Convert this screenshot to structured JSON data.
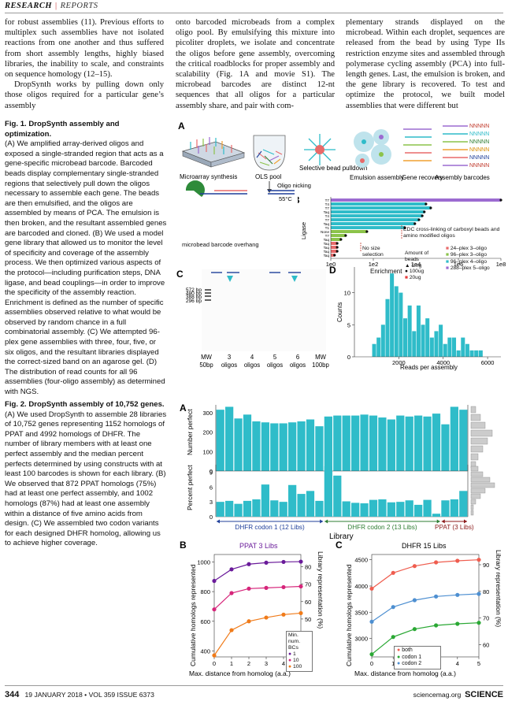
{
  "header": {
    "section": "RESEARCH",
    "separator": "|",
    "subsection": "REPORTS"
  },
  "body": {
    "col1": "for robust assemblies (11). Previous efforts to multiplex such assemblies have not isolated reactions from one another and thus suffered from short assembly lengths, highly biased libraries, the inability to scale, and constraints on sequence homology (12–15).",
    "col1b": "DropSynth works by pulling down only those oligos required for a particular gene’s assembly",
    "col2": "onto barcoded microbeads from a complex oligo pool. By emulsifying this mixture into picoliter droplets, we isolate and concentrate the oligos before gene assembly, overcoming the critical roadblocks for proper assembly and scalability (Fig. 1A and movie S1). The microbead barcodes are distinct 12-nt sequences that all oligos for a particular assembly share, and pair with com-",
    "col3": "plementary strands displayed on the microbead. Within each droplet, sequences are released from the bead by using Type IIs restriction enzyme sites and assembled through polymerase cycling assembly (PCA) into full-length genes. Last, the emulsion is broken, and the gene library is recovered. To test and optimize the protocol, we built model assemblies that were different but"
  },
  "fig1": {
    "caption_title": "Fig. 1. DropSynth assembly and optimization.",
    "caption": "(A) We amplified array-derived oligos and exposed a single-stranded region that acts as a gene-specific microbead barcode. Barcoded beads display complementary single-stranded regions that selectively pull down the oligos necessary to assemble each gene. The beads are then emulsified, and the oligos are assembled by means of PCA. The emulsion is then broken, and the resultant assembled genes are barcoded and cloned. (B) We used a model gene library that allowed us to monitor the level of specificity and coverage of the assembly process. We then optimized various aspects of the protocol—including purification steps, DNA ligase, and bead couplings—in order to improve the specificity of the assembly reaction. Enrichment is defined as the number of specific assemblies observed relative to what would be observed by random chance in a full combinatorial assembly. (C) We attempted 96-plex gene assemblies with three, four, five, or six oligos, and the resultant libraries displayed the correct-sized band on an agarose gel. (D) The distribution of read counts for all 96 assemblies (four-oligo assembly) as determined with NGS.",
    "A": {
      "letter": "A",
      "labels": [
        "Microarray synthesis",
        "OLS pool",
        "Selective bead pulldown",
        "Emulsion assembly",
        "Gene recovery",
        "Assembly barcodes",
        "Oligo nicking",
        "microbead barcode overhang",
        "55°C"
      ],
      "barcode_text": "NNNNN"
    },
    "B": {
      "letter": "B",
      "ylabel": "Ligase",
      "xlabel": "Enrichment",
      "xticks": [
        "1e0",
        "1e2",
        "1e4",
        "1e6",
        "1e8"
      ],
      "rows": [
        "T7",
        "T4",
        "T7",
        "Taq",
        "T4",
        "T7",
        "Taq",
        "T1",
        "None",
        "T7",
        "Taq",
        "Taq",
        "Taq",
        "Taq",
        "Taq"
      ],
      "annot1": "EDC cross-linking of carboxyl beads and amino modified oligos",
      "annot2": "No size selection",
      "bead_title": "Amount of beads",
      "bead_legend": [
        "1mg",
        "100ug",
        "20ug"
      ],
      "legend": [
        {
          "label": "24–plex 3–oligo",
          "color": "#e86a6a"
        },
        {
          "label": "96–plex 3–oligo",
          "color": "#8bc34a"
        },
        {
          "label": "96–plex 4–oligo",
          "color": "#2fbcc9"
        },
        {
          "label": "288–plex 5–oligo",
          "color": "#9c6bd1"
        }
      ]
    },
    "C": {
      "letter": "C",
      "markers": [
        "572 bp",
        "480 bp",
        "388 bp",
        "296 bp"
      ],
      "lanes": [
        [
          "MW",
          "50bp"
        ],
        [
          "3",
          "oligos"
        ],
        [
          "4",
          "oligos"
        ],
        [
          "5",
          "oligos"
        ],
        [
          "6",
          "oligos"
        ],
        [
          "MW",
          "100bp"
        ]
      ]
    },
    "D": {
      "letter": "D",
      "ylabel": "Counts",
      "xlabel": "Reads per assembly",
      "xticks": [
        "2000",
        "4000",
        "6000"
      ],
      "yticks": [
        "0",
        "5",
        "10"
      ]
    }
  },
  "fig2": {
    "caption_title": "Fig. 2. DropSynth assembly of 10,752 genes.",
    "caption": "(A) We used DropSynth to assemble 28 libraries of 10,752 genes representing 1152 homologs of PPAT and 4992 homologs of DHFR. The number of library members with at least one perfect assembly and the median percent perfects determined by using constructs with at least 100 barcodes is shown for each library. (B) We observed that 872 PPAT homologs (75%) had at least one perfect assembly, and 1002 homologs (87%) had at least one assembly within a distance of five amino acids from design. (C) We assembled two codon variants for each designed DHFR homolog, allowing us to achieve higher coverage.",
    "A": {
      "letter": "A",
      "ylabel_top": "Number perfect",
      "ylabel_bot": "Percent perfect",
      "yticks_top": [
        "0",
        "100",
        "200",
        "300"
      ],
      "yticks_bot": [
        "0",
        "3",
        "6",
        "9"
      ],
      "brackets": [
        {
          "label": "DHFR codon 1 (12 Libs)",
          "color": "#1f3f9a"
        },
        {
          "label": "DHFR codon 2 (13 Libs)",
          "color": "#2e7d32"
        },
        {
          "label": "PPAT (3 Libs)",
          "color": "#8b1a1a"
        }
      ],
      "xlabel": "Library"
    },
    "B": {
      "letter": "B",
      "title": "PPAT 3 Libs",
      "ylabel": "Cumulative homologs represented",
      "ylabel2": "Library representation (%)",
      "xlabel": "Max. distance from homolog (a.a.)",
      "legend_title": "Min. num. BCs",
      "legend": [
        "1",
        "10",
        "100"
      ]
    },
    "C": {
      "letter": "C",
      "title": "DHFR 15 Libs",
      "ylabel": "Cumulative homologs represented",
      "ylabel2": "Library representation (%)",
      "xlabel": "Max. distance from homolog (a.a.)",
      "legend": [
        "both",
        "codon 1",
        "codon 2"
      ]
    }
  },
  "footer": {
    "page": "344",
    "date": "19 JANUARY 2018 • VOL 359 ISSUE 6373",
    "site": "sciencemag.org",
    "journal": "SCIENCE"
  },
  "chart_data": [
    {
      "id": "fig1B",
      "type": "bar",
      "orientation": "horizontal",
      "xscale": "log10",
      "xlim": [
        1,
        100000000
      ],
      "values": [
        100000000,
        30000,
        50000,
        25000,
        20000,
        14000,
        9000,
        3000,
        50,
        5,
        3,
        2,
        2,
        2,
        1.5
      ],
      "bar_series": [
        "288–plex 5–oligo",
        "96–plex 4–oligo",
        "96–plex 4–oligo",
        "96–plex 4–oligo",
        "96–plex 4–oligo",
        "96–plex 4–oligo",
        "96–plex 4–oligo",
        "96–plex 4–oligo",
        "96–plex 3–oligo",
        "96–plex 3–oligo",
        "96–plex 3–oligo",
        "24–plex 3–oligo",
        "24–plex 3–oligo",
        "24–plex 3–oligo",
        "24–plex 3–oligo"
      ]
    },
    {
      "id": "fig1D",
      "type": "bar",
      "xlim": [
        0,
        6600
      ],
      "ylim": [
        0,
        14
      ],
      "bin_width": 200,
      "bin_start": 800,
      "counts": [
        2,
        3,
        5,
        9,
        13,
        11,
        10,
        6,
        8,
        4,
        8,
        5,
        6,
        3,
        4,
        5,
        2,
        3,
        3,
        1,
        3,
        2,
        1,
        1,
        1,
        0,
        0,
        0,
        0,
        0,
        0,
        0,
        0,
        0,
        0,
        1,
        0,
        0,
        0,
        0,
        0,
        1,
        0,
        1
      ]
    },
    {
      "id": "fig2A_number",
      "type": "bar",
      "ylim": [
        0,
        340
      ],
      "values": [
        315,
        330,
        270,
        290,
        255,
        250,
        245,
        245,
        250,
        255,
        265,
        230,
        280,
        285,
        285,
        285,
        290,
        285,
        275,
        265,
        285,
        280,
        285,
        280,
        295,
        240,
        330,
        315
      ]
    },
    {
      "id": "fig2A_percent",
      "type": "bar",
      "ylim": [
        0,
        10.5
      ],
      "values": [
        3.0,
        3.2,
        2.6,
        3.2,
        3.5,
        6.5,
        3.3,
        3.0,
        6.4,
        4.6,
        5.2,
        3.2,
        10.2,
        8.3,
        3.1,
        2.8,
        2.7,
        3.4,
        3.5,
        2.9,
        3.0,
        3.3,
        2.4,
        3.4,
        0.6,
        3.3,
        3.5,
        5.2
      ]
    },
    {
      "id": "fig2B",
      "type": "line",
      "x": [
        0,
        1,
        2,
        3,
        4,
        5
      ],
      "xlabel": "Max. distance from homolog (a.a.)",
      "ylim": [
        360,
        1050
      ],
      "series": [
        {
          "name": "1",
          "color": "#6a1b9a",
          "values": [
            872,
            950,
            985,
            995,
            1000,
            1002
          ]
        },
        {
          "name": "10",
          "color": "#d6257a",
          "values": [
            680,
            790,
            820,
            825,
            830,
            835
          ]
        },
        {
          "name": "100",
          "color": "#f07b1a",
          "values": [
            370,
            540,
            600,
            625,
            645,
            655
          ]
        }
      ]
    },
    {
      "id": "fig2C",
      "type": "line",
      "x": [
        0,
        1,
        2,
        3,
        4,
        5
      ],
      "xlabel": "Max. distance from homolog (a.a.)",
      "ylim": [
        2650,
        4600
      ],
      "series": [
        {
          "name": "both",
          "color": "#ef5d4f",
          "values": [
            3950,
            4250,
            4380,
            4450,
            4480,
            4500
          ]
        },
        {
          "name": "codon 1",
          "color": "#2aa834",
          "values": [
            2700,
            3030,
            3180,
            3250,
            3280,
            3300
          ]
        },
        {
          "name": "codon 2",
          "color": "#4d8fd1",
          "values": [
            3320,
            3600,
            3730,
            3800,
            3830,
            3850
          ]
        }
      ]
    }
  ]
}
